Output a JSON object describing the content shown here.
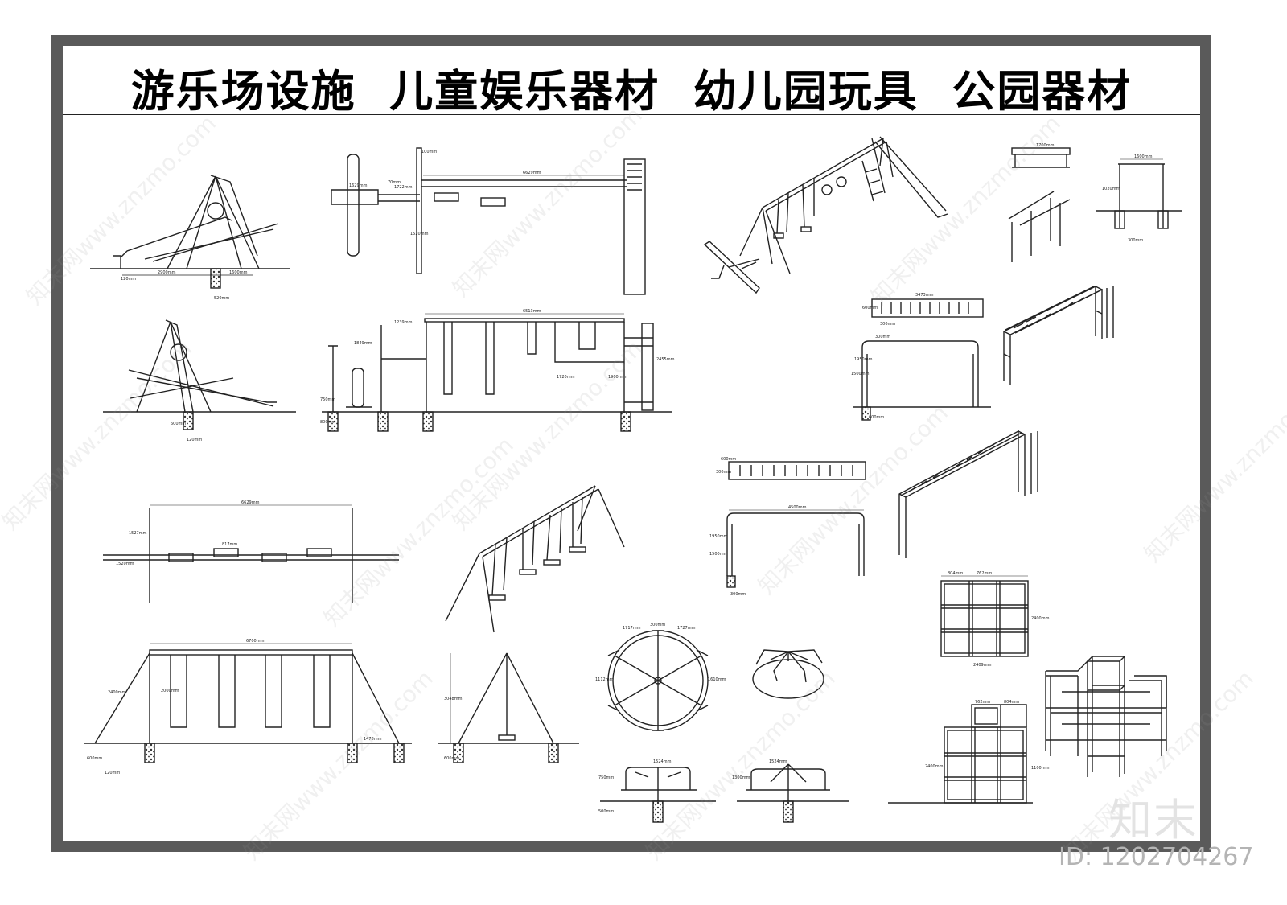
{
  "title": "游乐场设施  儿童娱乐器材  幼儿园玩具  公园器材",
  "watermark": {
    "text": "知末网www.znzmo.com",
    "brand": "知末",
    "id_label": "ID: 1202704267"
  },
  "dimensions": {
    "seesaw_side": [
      "2900mm",
      "1600mm",
      "120mm",
      "520mm"
    ],
    "seesaw_front": [
      "600mm",
      "120mm"
    ],
    "gym_plan": [
      "6629mm",
      "1629mm",
      "1722mm",
      "1520mm",
      "100mm",
      "70mm"
    ],
    "gym_elev": [
      "6513mm",
      "1239mm",
      "1849mm",
      "1900mm",
      "2455mm",
      "1720mm",
      "750mm",
      "800mm"
    ],
    "swing_plan": [
      "6629mm",
      "1527mm",
      "1520mm",
      "817mm"
    ],
    "swing_elev": [
      "6700mm",
      "2400mm",
      "2000mm",
      "1478mm",
      "600mm",
      "120mm"
    ],
    "swing_side": [
      "3048mm",
      "600mm"
    ],
    "parallel_bar": [
      "1700mm",
      "1600mm",
      "1020mm",
      "300mm"
    ],
    "ladder_top": [
      "3473mm",
      "300mm",
      "600mm"
    ],
    "ladder_side": [
      "300mm",
      "1500mm",
      "1950mm",
      "600mm"
    ],
    "ladder2_top": [
      "300mm",
      "600mm"
    ],
    "ladder2_side": [
      "4500mm",
      "1950mm",
      "1500mm",
      "300mm"
    ],
    "roundabout_plan": [
      "1717mm",
      "1727mm",
      "1112mm",
      "1610mm",
      "300mm"
    ],
    "roundabout_elev": [
      "1524mm",
      "1524mm",
      "750mm",
      "1300mm",
      "500mm"
    ],
    "climber_plan": [
      "804mm",
      "762mm",
      "2409mm",
      "2400mm"
    ],
    "climber_elev": [
      "762mm",
      "804mm",
      "2400mm",
      "1100mm"
    ]
  }
}
